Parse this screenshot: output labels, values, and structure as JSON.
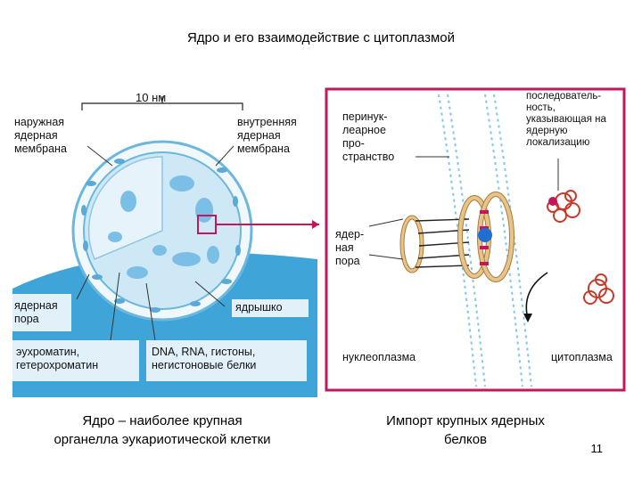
{
  "slide": {
    "title": "Ядро и его взаимодействие с цитоплазмой",
    "number": "11"
  },
  "left_panel": {
    "scale_label": "10 нм",
    "outer_membrane": "наружная\nядерная\nмембрана",
    "inner_membrane": "внутренняя\nядерная\nмембрана",
    "nuclear_pore": "ядерная\nпора",
    "nucleolus": "ядрышко",
    "chromatin": "эухроматин,\nгетерохроматин",
    "contents": "DNA, RNA, гистоны,\nнегистоновые белки"
  },
  "right_panel": {
    "perinuclear_space": "перинук-\nлеарное\nпро-\nстранство",
    "nuclear_pore": "ядер-\nная\nпора",
    "sequence": "последователь-\nность,\nуказывающая на\nядерную\nлокализацию",
    "nucleoplasm": "нуклеоплазма",
    "cytoplasm": "цитоплазма"
  },
  "captions": {
    "left": "Ядро – наиболее крупная\nорганелла эукариотической клетки",
    "right": "Импорт крупных ядерных\nбелков"
  },
  "colors": {
    "cytoplasm_blue": "#3fa4d8",
    "nucleus_light": "#d9eef8",
    "frame_magenta": "#c2185b",
    "pore_tan": "#e8c48a"
  }
}
